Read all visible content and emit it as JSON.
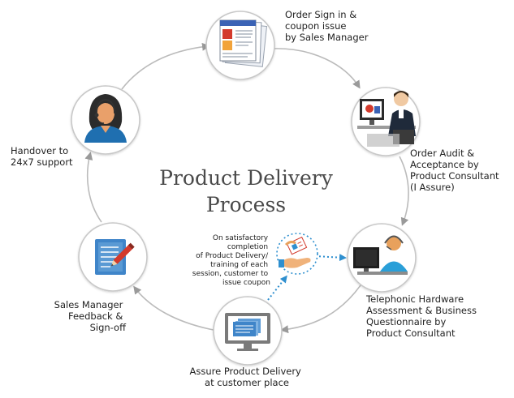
{
  "title": {
    "line1": "Product Delivery",
    "line2": "Process"
  },
  "steps": [
    {
      "label_lines": [
        "Order Sign in &",
        "coupon issue",
        "by Sales Manager"
      ],
      "icon": "order-document-icon"
    },
    {
      "label_lines": [
        "Order Audit &",
        "Acceptance by",
        "Product Consultant",
        "(I Assure)"
      ],
      "icon": "consultant-at-computer-icon"
    },
    {
      "label_lines": [
        "Telephonic Hardware",
        "Assessment & Business",
        "Questionnaire by",
        "Product Consultant"
      ],
      "icon": "headset-consultant-icon"
    },
    {
      "label_lines": [
        "Assure Product Delivery",
        "at customer place"
      ],
      "icon": "monitor-icon"
    },
    {
      "label_lines": [
        "Sales Manager",
        "Feedback &",
        "Sign-off"
      ],
      "icon": "feedback-form-icon"
    },
    {
      "label_lines": [
        "Handover to",
        "24x7 support"
      ],
      "icon": "support-agent-icon"
    }
  ],
  "coupon_note": {
    "lines": [
      "On satisfactory",
      "completion",
      "of Product Delivery/",
      "training of each",
      "session, customer to",
      "issue coupon"
    ],
    "icon": "coupon-handover-icon"
  },
  "colors": {
    "arc": "#bbbbbb",
    "arrow": "#9a9a9a",
    "circle_border": "#c8c8c8",
    "dotted_arrow": "#2e8fcf",
    "title": "#4a4a4a"
  }
}
